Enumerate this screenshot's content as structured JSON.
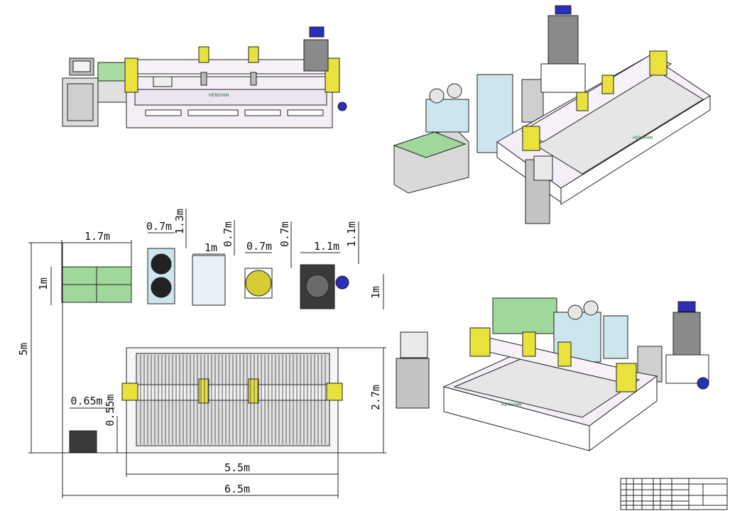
{
  "brand": {
    "logo_text": "HENGHIN"
  },
  "dimensions": {
    "w_1_7": "1.7m",
    "w_0_7a": "0.7m",
    "h_1_3": "1.3m",
    "w_1m": "1m",
    "h_0_7a": "0.7m",
    "w_0_7b": "0.7m",
    "h_0_7b": "0.7m",
    "w_1_1": "1.1m",
    "h_1_1": "1.1m",
    "h_1m_left": "1m",
    "h_1m_right": "1m",
    "h_5m": "5m",
    "h_2_7": "2.7m",
    "w_0_65": "0.65m",
    "h_0_55": "0.55m",
    "w_5_5": "5.5m",
    "w_6_5": "6.5m"
  },
  "colors": {
    "machine_frame": "#f4eef6",
    "bridge_accent": "#e8e23a",
    "tank_gray": "#8a8a8a",
    "pump_blue": "#2a2fb8",
    "glass_green": "#9fd89a",
    "cabinet_teal": "#cde6ee",
    "line": "#222222"
  }
}
